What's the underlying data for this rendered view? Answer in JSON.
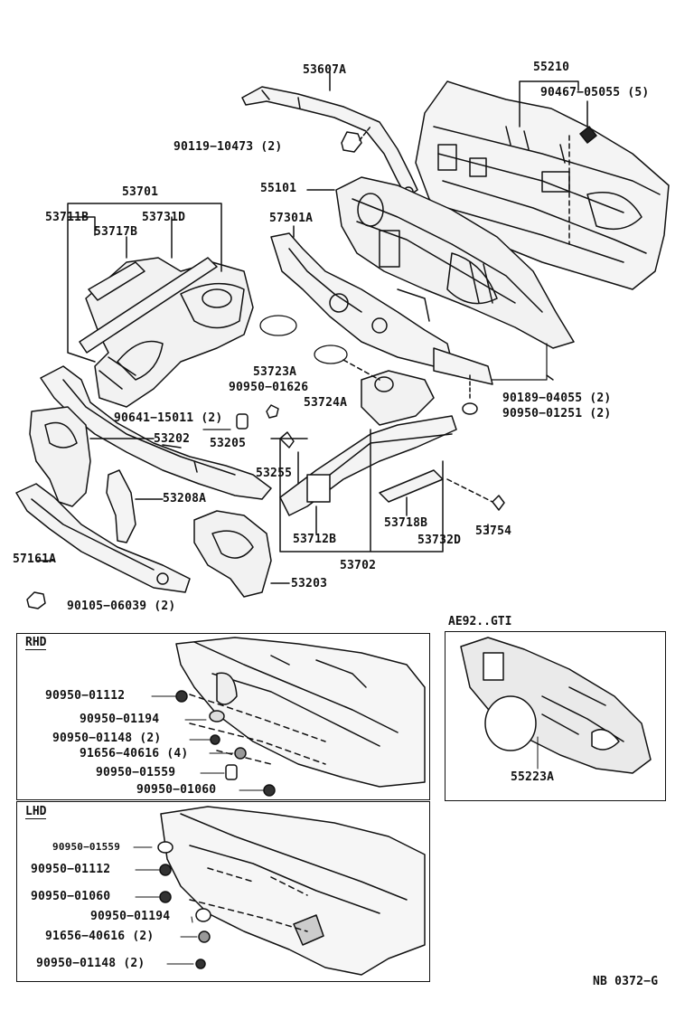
{
  "labels": {
    "l53607A": "53607A",
    "l55210": "55210",
    "l90467": "90467−05055 (5)",
    "l90119": "90119−10473 (2)",
    "l55101": "55101",
    "l53701": "53701",
    "l53711B": "53711B",
    "l53731D": "53731D",
    "l53717B": "53717B",
    "l57301A": "57301A",
    "l53723A": "53723A",
    "l90950_01626": "90950−01626",
    "l53724A": "53724A",
    "l90189": "90189−04055 (2)",
    "l90950_01251": "90950−01251 (2)",
    "l90641": "90641−15011 (2)",
    "l53202": "53202",
    "l53205": "53205",
    "l53255": "53255",
    "l53208A": "53208A",
    "l53718B": "53718B",
    "l53754": "53754",
    "l53712B": "53712B",
    "l53732D": "53732D",
    "l57161A": "57161A",
    "l53702": "53702",
    "l53203": "53203",
    "l90105": "90105−06039 (2)"
  },
  "rhd": {
    "title": "RHD",
    "items": [
      "90950−01112",
      "90950−01194",
      "90950−01148 (2)",
      "91656−40616 (4)",
      "90950−01559",
      "90950−01060"
    ]
  },
  "lhd": {
    "title": "LHD",
    "items": [
      "90950−01559",
      "90950−01112",
      "90950−01060",
      "90950−01194",
      "91656−40616 (2)",
      "90950−01148 (2)"
    ]
  },
  "gti": {
    "title": "AE92..GTI",
    "part": "55223A"
  },
  "footer": "NB 0372−G"
}
